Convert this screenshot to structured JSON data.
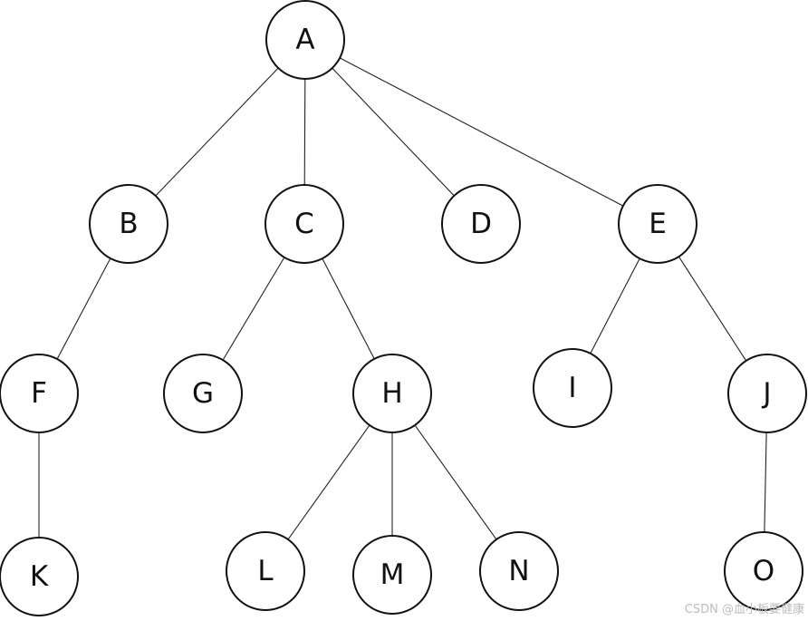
{
  "tree": {
    "nodes": [
      {
        "id": "A",
        "label": "A"
      },
      {
        "id": "B",
        "label": "B"
      },
      {
        "id": "C",
        "label": "C"
      },
      {
        "id": "D",
        "label": "D"
      },
      {
        "id": "E",
        "label": "E"
      },
      {
        "id": "F",
        "label": "F"
      },
      {
        "id": "G",
        "label": "G"
      },
      {
        "id": "H",
        "label": "H"
      },
      {
        "id": "I",
        "label": "I"
      },
      {
        "id": "J",
        "label": "J"
      },
      {
        "id": "K",
        "label": "K"
      },
      {
        "id": "L",
        "label": "L"
      },
      {
        "id": "M",
        "label": "M"
      },
      {
        "id": "N",
        "label": "N"
      },
      {
        "id": "O",
        "label": "O"
      }
    ],
    "edges": [
      [
        "A",
        "B"
      ],
      [
        "A",
        "C"
      ],
      [
        "A",
        "D"
      ],
      [
        "A",
        "E"
      ],
      [
        "B",
        "F"
      ],
      [
        "C",
        "G"
      ],
      [
        "C",
        "H"
      ],
      [
        "E",
        "I"
      ],
      [
        "E",
        "J"
      ],
      [
        "F",
        "K"
      ],
      [
        "H",
        "L"
      ],
      [
        "H",
        "M"
      ],
      [
        "H",
        "N"
      ],
      [
        "J",
        "O"
      ]
    ]
  },
  "watermark": "CSDN @血小板要健康"
}
